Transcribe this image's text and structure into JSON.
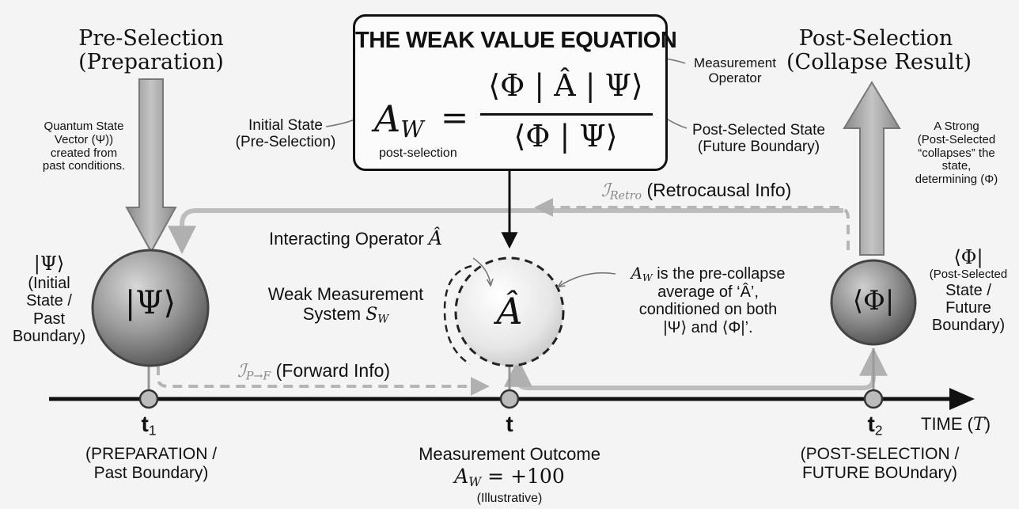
{
  "equation": {
    "title": "THE WEAK VALUE EQUATION",
    "lhs_symbol": "A",
    "lhs_subscript": "W",
    "equals": "=",
    "numerator": "⟨Φ | Â | Ψ⟩",
    "denominator": "⟨Φ | Ψ⟩",
    "under_label": "post-selection"
  },
  "annotations": {
    "initial_state": [
      "Initial State",
      "(Pre-Selection)"
    ],
    "measurement_operator": [
      "Measurement",
      "Operator"
    ],
    "post_selected_state": [
      "Post-Selected State",
      "(Future Boundary)"
    ],
    "quantum_state_vector": [
      "Quantum State",
      "Vector (Ψ))",
      "created from",
      "past conditions."
    ],
    "strong_collapse": [
      "A Strong",
      "(Post-Selected",
      "“collapses” the",
      "state,",
      "determining (Φ)"
    ],
    "retro_info_symbol": "ℐ",
    "retro_info_sub": "Retro",
    "retro_info_text": "(Retrocausal Info)",
    "forward_info_symbol": "ℐ",
    "forward_info_sub": "P→F",
    "forward_info_text": "(Forward Info)",
    "interacting_operator": "Interacting Operator",
    "interacting_operator_symbol": "Â",
    "weak_system": [
      "Weak Measurement",
      "System"
    ],
    "weak_system_symbol": "S",
    "weak_system_sub": "W",
    "aw_explain_symbol": "A",
    "aw_explain_sub": "W",
    "aw_explain": [
      " is the pre-collapse",
      "average of ‘Â’,",
      "conditioned on both",
      "|Ψ⟩ and ⟨Φ|’."
    ]
  },
  "headers": {
    "pre_selection": [
      "Pre-Selection",
      "(Preparation)"
    ],
    "post_selection": [
      "Post-Selection",
      "(Collapse Result)"
    ]
  },
  "spheres": {
    "psi": "|Ψ⟩",
    "operator": "Â",
    "phi": "⟨Φ|"
  },
  "side_labels": {
    "psi": [
      "|Ψ⟩",
      "(Initial",
      "State /",
      "Past",
      "Boundary)"
    ],
    "phi": [
      "⟨Φ|",
      "(Post-Selected",
      "State /",
      "Future",
      "Boundary)"
    ]
  },
  "timeline": {
    "t1_main": "t",
    "t1_sub": "1",
    "t1_desc": [
      "(PREPARATION /",
      "Past Boundary)"
    ],
    "t_main": "t",
    "t_desc": "Measurement Outcome",
    "t_value": "A",
    "t_value_sub": "W",
    "t_value_rest": " = +100",
    "t_note": "(Illustrative)",
    "t2_main": "t",
    "t2_sub": "2",
    "t2_desc": [
      "(POST-SELECTION /",
      "FUTURE BOUndary)"
    ],
    "axis_label": "TIME (",
    "axis_symbol": "T",
    "axis_close": ")"
  }
}
